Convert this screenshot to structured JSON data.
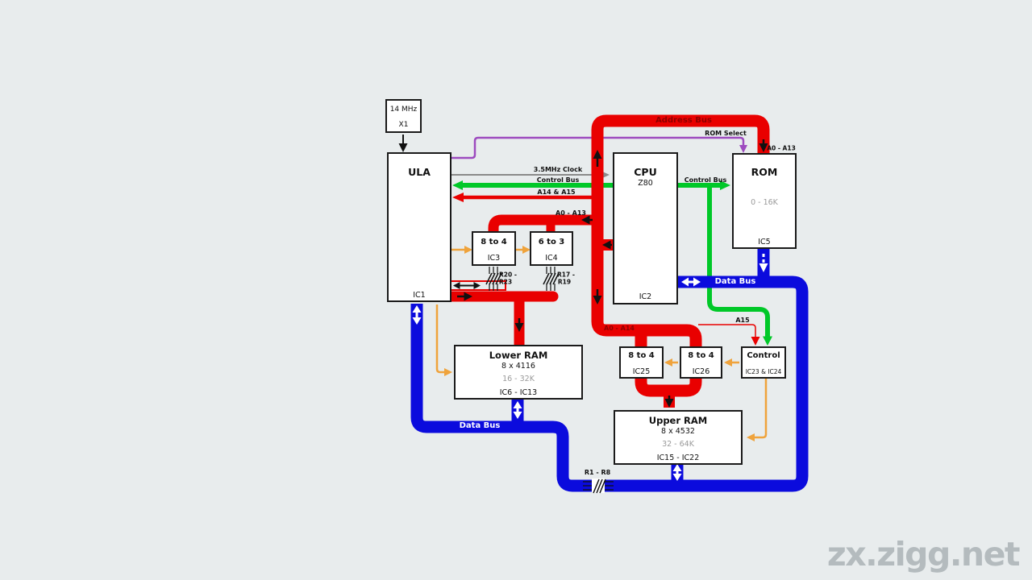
{
  "watermark": "zx.zigg.net",
  "colors": {
    "background": "#e8eced",
    "address_bus": "#e90000",
    "data_bus": "#0b0bdd",
    "control_bus": "#00c828",
    "rom_select": "#9d4bbf",
    "clock": "#8a8a8a",
    "signal": "#efa33c"
  },
  "boxes": {
    "crystal": {
      "line1": "14 MHz",
      "line2": "X1"
    },
    "ula": {
      "title": "ULA",
      "ic": "IC1"
    },
    "cpu": {
      "title": "CPU",
      "sub": "Z80",
      "ic": "IC2"
    },
    "rom": {
      "title": "ROM",
      "range": "0 - 16K",
      "ic": "IC5"
    },
    "mux_video_1": {
      "title": "8 to 4",
      "ic": "IC3"
    },
    "mux_video_2": {
      "title": "6 to 3",
      "ic": "IC4"
    },
    "lower_ram": {
      "title": "Lower RAM",
      "chips": "8 x 4116",
      "range": "16 - 32K",
      "ic": "IC6 - IC13"
    },
    "mux_upper_1": {
      "title": "8 to 4",
      "ic": "IC25"
    },
    "mux_upper_2": {
      "title": "8 to 4",
      "ic": "IC26"
    },
    "control": {
      "title": "Control",
      "ic": "IC23 & IC24"
    },
    "upper_ram": {
      "title": "Upper RAM",
      "chips": "8 x 4532",
      "range": "32 - 64K",
      "ic": "IC15 - IC22"
    }
  },
  "labels": {
    "address_bus": "Address Bus",
    "rom_select": "ROM Select",
    "a0_a13_rom": "A0 - A13",
    "clock": "3.5MHz Clock",
    "control_bus_left": "Control Bus",
    "control_bus_right": "Control Bus",
    "a14_a15": "A14 & A15",
    "a0_a13_mux": "A0 - A13",
    "data_bus_top": "Data Bus",
    "data_bus_bottom": "Data Bus",
    "a0_a14": "A0 - A14",
    "a15": "A15",
    "r20_r23_line1": "R20 -",
    "r20_r23_line2": "R23",
    "r17_r19_line1": "R17 -",
    "r17_r19_line2": "R19",
    "r1_r8": "R1 - R8"
  }
}
